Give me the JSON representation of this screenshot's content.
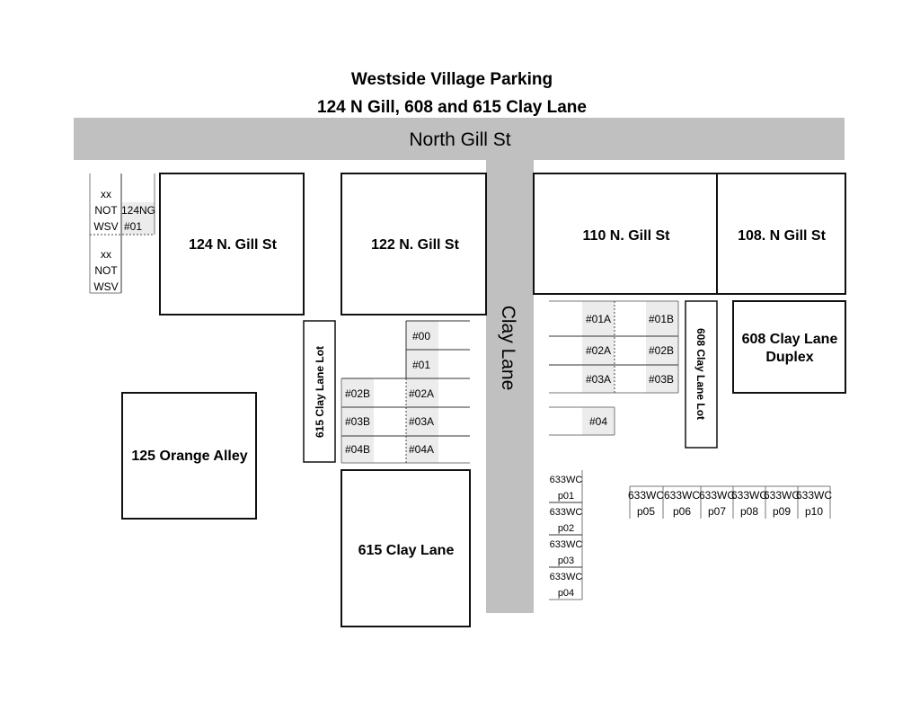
{
  "title": "Westside Village Parking",
  "subtitle": "124 N Gill, 608 and 615 Clay Lane",
  "roads": {
    "north_gill": "North Gill St",
    "clay_lane": "Clay Lane"
  },
  "buildings": {
    "b124": "124 N. Gill St",
    "b122": "122 N. Gill St",
    "b110": "110 N. Gill St",
    "b108": "108. N Gill St",
    "duplex_line1": "608 Clay Lane",
    "duplex_line2": "Duplex",
    "orange": "125 Orange Alley",
    "b615": "615 Clay Lane"
  },
  "lots": {
    "lot615": "615 Clay Lane Lot",
    "lot608": "608 Clay Lane Lot"
  },
  "left_spaces": {
    "a": [
      "xx",
      "NOT",
      "WSV"
    ],
    "b": [
      "xx",
      "NOT",
      "WSV"
    ],
    "ng": [
      "124NG",
      "#01"
    ]
  },
  "spaces_615": {
    "s00": "#00",
    "s01": "#01",
    "s02a": "#02A",
    "s02b": "#02B",
    "s03a": "#03A",
    "s03b": "#03B",
    "s04a": "#04A",
    "s04b": "#04B"
  },
  "spaces_608": {
    "s01a": "#01A",
    "s01b": "#01B",
    "s02a": "#02A",
    "s02b": "#02B",
    "s03a": "#03A",
    "s03b": "#03B",
    "s04": "#04"
  },
  "wc_prefix": "633WC",
  "wc_column": [
    "p01",
    "p02",
    "p03",
    "p04"
  ],
  "wc_row": [
    "p05",
    "p06",
    "p07",
    "p08",
    "p09",
    "p10"
  ]
}
